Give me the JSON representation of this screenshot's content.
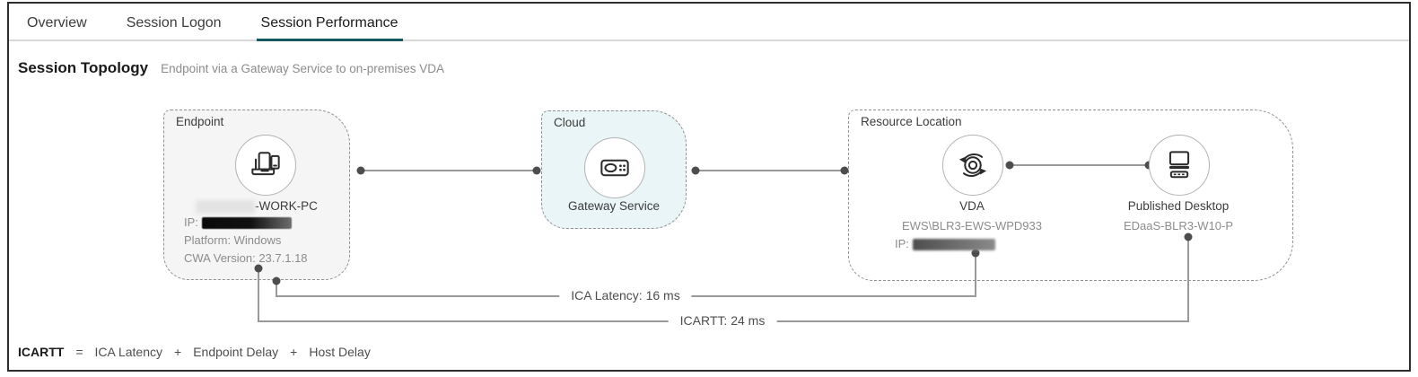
{
  "tabs": [
    {
      "label": "Overview",
      "active": false
    },
    {
      "label": "Session Logon",
      "active": false
    },
    {
      "label": "Session Performance",
      "active": true
    }
  ],
  "section": {
    "title": "Session Topology",
    "subtitle": "Endpoint via a Gateway Service to on-premises VDA"
  },
  "topology": {
    "endpoint": {
      "box_label": "Endpoint",
      "name_suffix": "-WORK-PC",
      "ip_label": "IP:",
      "platform": "Platform: Windows",
      "cwa_version": "CWA Version: 23.7.1.18"
    },
    "cloud": {
      "box_label": "Cloud",
      "node_name": "Gateway Service"
    },
    "resource_location": {
      "box_label": "Resource Location",
      "vda": {
        "node_name": "VDA",
        "machine": "EWS\\BLR3-EWS-WPD933",
        "ip_label": "IP:"
      },
      "published_desktop": {
        "node_name": "Published Desktop",
        "machine": "EDaaS-BLR3-W10-P"
      }
    },
    "metrics": {
      "ica_latency": "ICA Latency: 16 ms",
      "icartt": "ICARTT: 24 ms"
    }
  },
  "legend": {
    "tokens": [
      "ICARTT",
      "=",
      "ICA Latency",
      "+",
      "Endpoint Delay",
      "+",
      "Host Delay"
    ]
  },
  "colors": {
    "accent_teal": "#175a64",
    "endpoint_box_bg": "#f5f5f5",
    "cloud_box_bg": "#e9f5f6",
    "wire": "#9a9a9a",
    "wire_dot": "#4d4d4d",
    "muted_text": "#8c8c8c"
  }
}
